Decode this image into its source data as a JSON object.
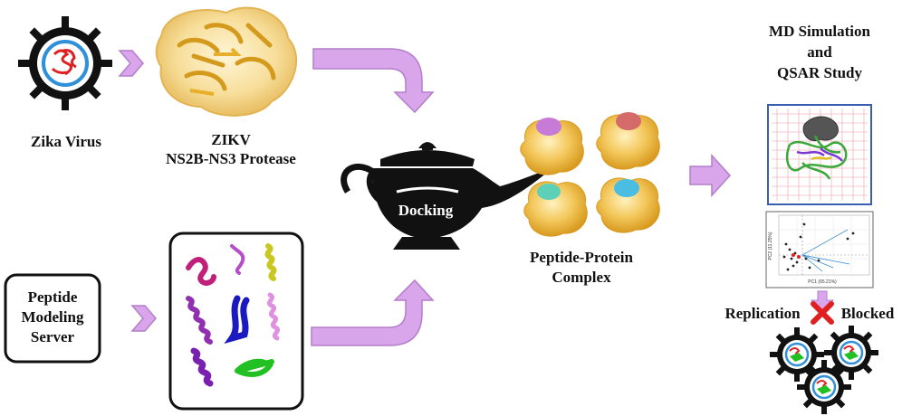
{
  "labels": {
    "zika_virus": "Zika Virus",
    "protease_line1": "ZIKV",
    "protease_line2": "NS2B-NS3 Protease",
    "docking": "Docking",
    "complex_line1": "Peptide-Protein",
    "complex_line2": "Complex",
    "md_line1": "MD Simulation",
    "md_line2": "and",
    "md_line3": "QSAR Study",
    "peptide_server_line1": "Peptide",
    "peptide_server_line2": "Modeling",
    "peptide_server_line3": "Server",
    "replication": "Replication",
    "blocked": "Blocked",
    "pca_xlabel": "PC1 (65.21%)",
    "pca_ylabel": "PC2 (11.25%)"
  },
  "colors": {
    "arrow_fill": "#d9a6ec",
    "arrow_stroke": "#b47dc9",
    "protein_gold": "#f3c75a",
    "protein_shadow": "#d89a1f",
    "virus_black": "#111111",
    "virus_red": "#e02020",
    "virus_blue": "#2f8fd8",
    "blocked_x": "#e02020",
    "md_frame": "#3a5fb0"
  },
  "complex_ligand_colors": [
    "#c77ad6",
    "#d46a6a",
    "#5fd0b8",
    "#4bbde0"
  ],
  "peptide_colors": [
    "#c0207a",
    "#b64ec8",
    "#c8c820",
    "#9030b0",
    "#1a1ac0",
    "#e090e0",
    "#7a20b0",
    "#22c022"
  ]
}
